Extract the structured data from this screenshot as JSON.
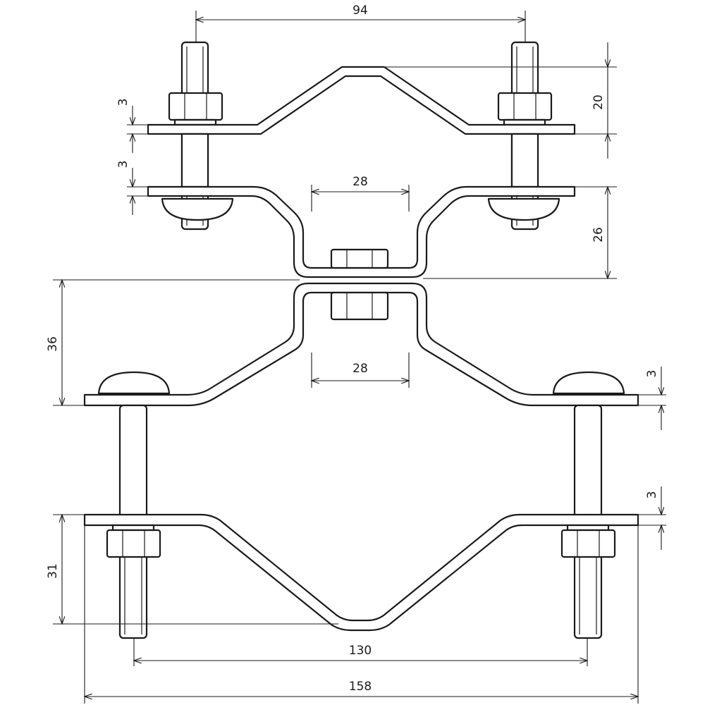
{
  "drawing": {
    "title": "Pipe-to-pipe cross clamp technical drawing",
    "dimensions": {
      "top_bolt_spacing": "94",
      "top_strap_rise": "20",
      "top_strap_thickness_upper": "3",
      "top_strap_thickness_lower": "3",
      "top_channel_width": "28",
      "top_channel_depth": "26",
      "bottom_channel_depth": "36",
      "bottom_channel_width": "28",
      "bottom_strap_thickness_upper": "3",
      "bottom_strap_thickness_lower": "3",
      "bottom_strap_drop": "31",
      "bottom_bolt_spacing": "130",
      "overall_width": "158"
    },
    "colors": {
      "line": "#1a1a1a",
      "background": "#ffffff"
    }
  }
}
